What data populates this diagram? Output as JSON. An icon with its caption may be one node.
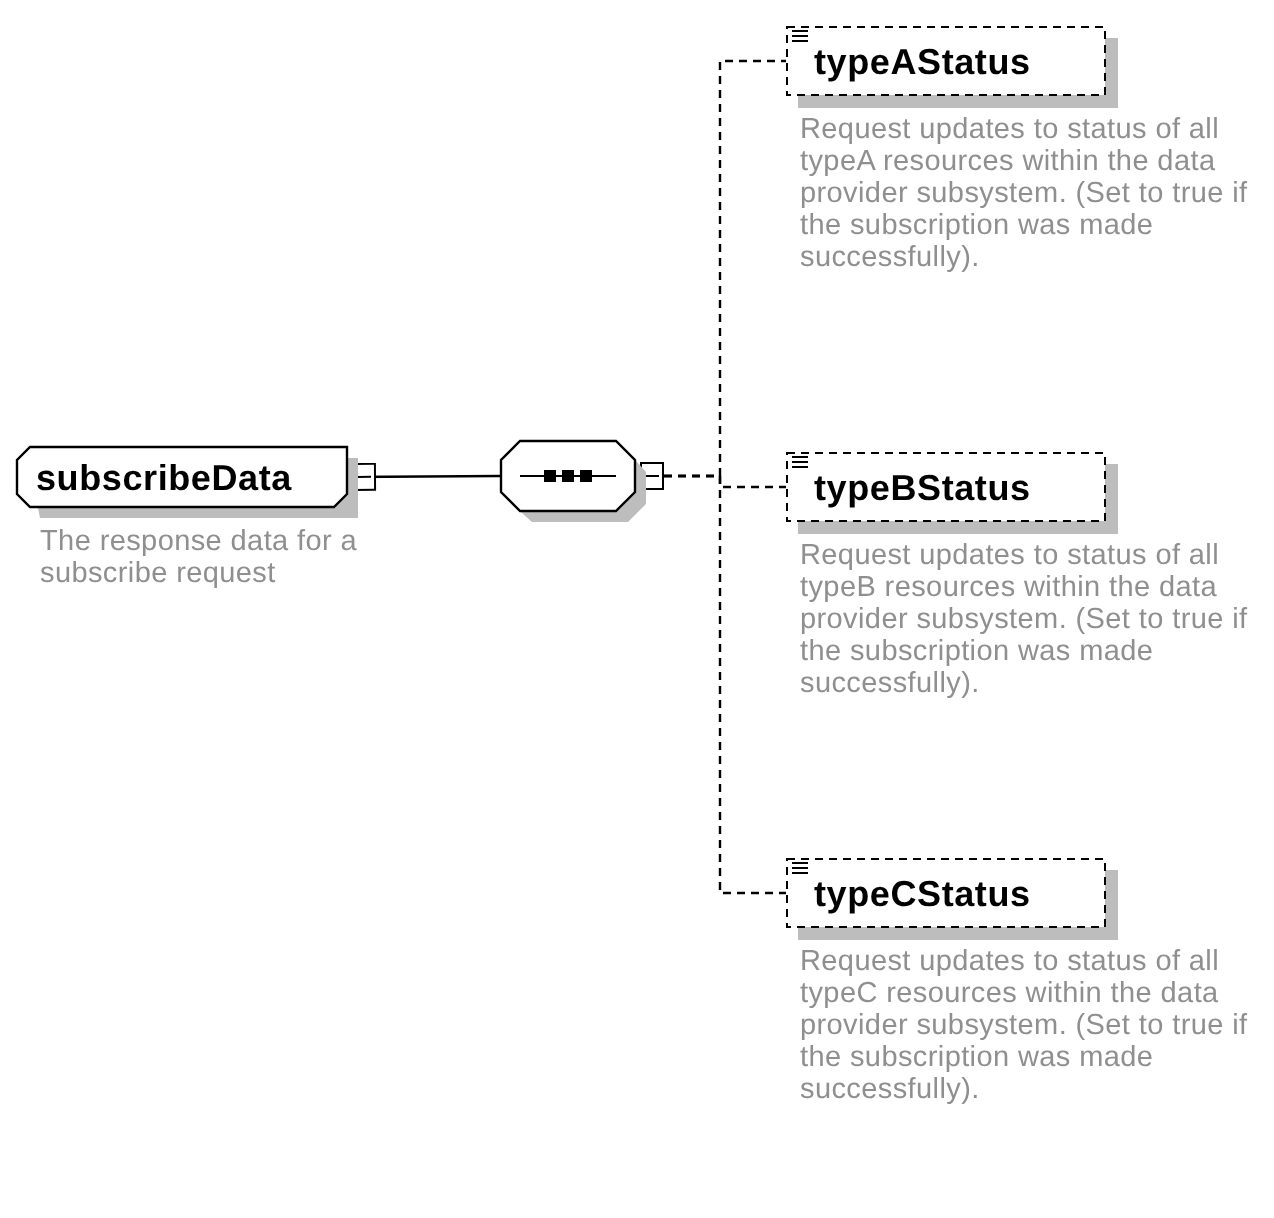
{
  "diagram": {
    "nodes": [
      {
        "text": [
          "subscribeData"
        ],
        "beside": [
          "The response data for a subscribe request"
        ]
      },
      {
        "text": [],
        "shape": "octagon"
      },
      {
        "text": [
          "typeAStatus"
        ],
        "beside": [
          "Request updates to status of all typeA resources within the data provider subsystem.   (Set to true if the subscription was made successfully)."
        ]
      },
      {
        "text": [
          "typeBStatus"
        ],
        "beside": [
          "Request updates to status of all typeB resources within the data provider subsystem.   (Set to true if the subscription was made successfully)."
        ]
      },
      {
        "text": [
          "typeCStatus"
        ],
        "beside": [
          "Request updates to status of all typeC resources within the data provider subsystem.   (Set to true if the subscription was made successfully)."
        ]
      }
    ],
    "edges": [
      {
        "from": 0,
        "to": 1,
        "arrow": "other"
      },
      {
        "from": 1,
        "to": 2,
        "arrow": "other",
        "style": "dashed"
      },
      {
        "from": 1,
        "to": 3,
        "arrow": "other",
        "style": "dashed"
      },
      {
        "from": 1,
        "to": 4,
        "arrow": "other",
        "style": "dashed"
      }
    ]
  }
}
